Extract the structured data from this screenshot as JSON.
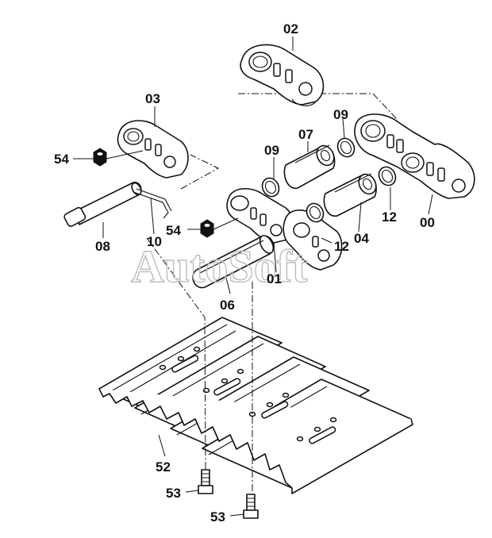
{
  "watermark": "AutoSoft",
  "parts": [
    {
      "id": "p02",
      "label": "02"
    },
    {
      "id": "p03",
      "label": "03"
    },
    {
      "id": "p09a",
      "label": "09"
    },
    {
      "id": "p07",
      "label": "07"
    },
    {
      "id": "p09b",
      "label": "09"
    },
    {
      "id": "p54a",
      "label": "54"
    },
    {
      "id": "p08",
      "label": "08"
    },
    {
      "id": "p10",
      "label": "10"
    },
    {
      "id": "p54b",
      "label": "54"
    },
    {
      "id": "p12a",
      "label": "12"
    },
    {
      "id": "p04",
      "label": "04"
    },
    {
      "id": "p12b",
      "label": "12"
    },
    {
      "id": "p00",
      "label": "00"
    },
    {
      "id": "p01",
      "label": "01"
    },
    {
      "id": "p06",
      "label": "06"
    },
    {
      "id": "p52",
      "label": "52"
    },
    {
      "id": "p53a",
      "label": "53"
    },
    {
      "id": "p53b",
      "label": "53"
    }
  ]
}
